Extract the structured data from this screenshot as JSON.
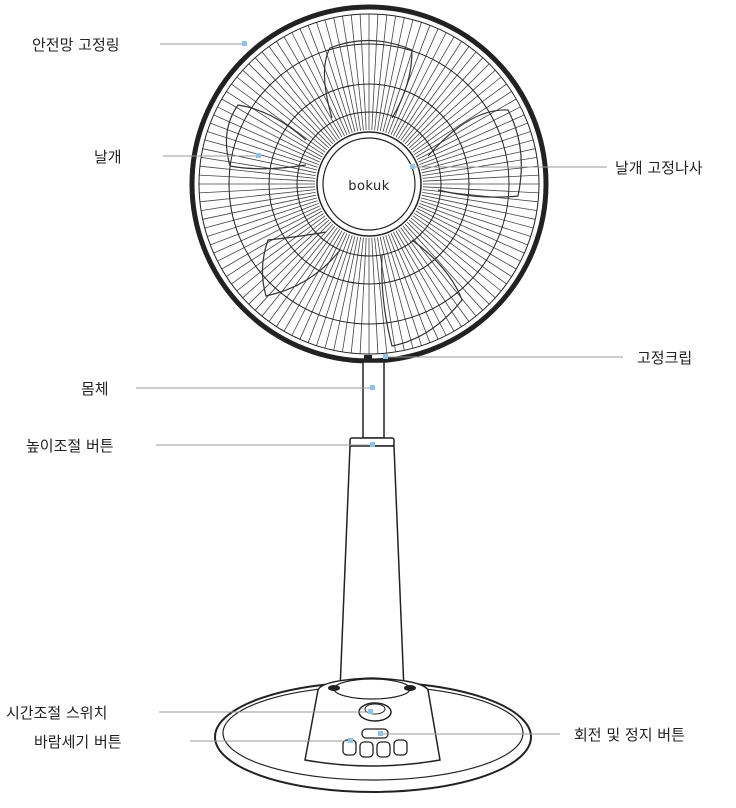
{
  "brand": "bokuk",
  "labels": {
    "guard_ring": "안전망 고정링",
    "blade": "날개",
    "blade_screw": "날개 고정나사",
    "clip": "고정크립",
    "body": "몸체",
    "height_button": "높이조절 버튼",
    "timer_switch": "시간조절 스위치",
    "wind_buttons": "바람세기 버튼",
    "rotate_button": "회전 및 정지 버튼"
  },
  "colors": {
    "ink": "#222222",
    "leader": "#9a9a9a",
    "marker": "#8fc3e6"
  }
}
